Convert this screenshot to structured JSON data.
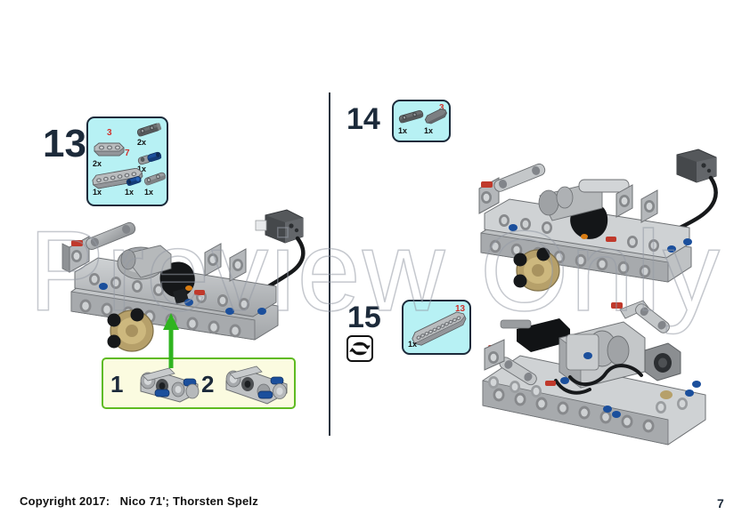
{
  "document": {
    "type": "lego-building-instructions",
    "page_number": "7",
    "copyright": "Copyright 2017:   Nico 71'; Thorsten Spelz",
    "watermark": "Preview Only"
  },
  "steps": [
    {
      "number": "13",
      "parts": [
        {
          "qty": "2x",
          "color_id": "3",
          "part": "liftarm-3-light-gray"
        },
        {
          "qty": "2x",
          "color_id": "",
          "part": "axle-connector-dark-gray"
        },
        {
          "qty": "1x",
          "color_id": "",
          "part": "axle-pin-blue"
        },
        {
          "qty": "1x",
          "color_id": "7",
          "part": "liftarm-7-light-gray"
        },
        {
          "qty": "1x",
          "color_id": "",
          "part": "axle-2-blue"
        },
        {
          "qty": "1x",
          "color_id": "",
          "part": "axle-connector-gray"
        }
      ]
    },
    {
      "number": "14",
      "parts": [
        {
          "qty": "1x",
          "color_id": "",
          "part": "axle-connector-dark-gray"
        },
        {
          "qty": "1x",
          "color_id": "3",
          "part": "liftarm-3-dark-gray"
        }
      ]
    },
    {
      "number": "15",
      "icon": "rotate-model-icon",
      "parts": [
        {
          "qty": "1x",
          "color_id": "13",
          "part": "liftarm-13-light-gray"
        }
      ]
    }
  ],
  "sub_assemblies": [
    {
      "number": "1",
      "name": "subassembly-left"
    },
    {
      "number": "2",
      "name": "subassembly-right"
    }
  ],
  "models": [
    {
      "name": "model-step-13-main",
      "position": "left-column"
    },
    {
      "name": "model-step-14-chassis",
      "position": "right-column-top"
    },
    {
      "name": "model-step-15-chassis-flipped",
      "position": "right-column-bottom"
    }
  ],
  "colors": {
    "callout_fill": "#b7f1f4",
    "callout_border": "#1c2a3a",
    "subassembly_fill": "#fbfbe0",
    "subassembly_border": "#5fbb21",
    "step_number": "#1c2a3a",
    "color_id_text": "#d0312d",
    "arrow": "#2fb41f",
    "divider": "#2b3440"
  }
}
